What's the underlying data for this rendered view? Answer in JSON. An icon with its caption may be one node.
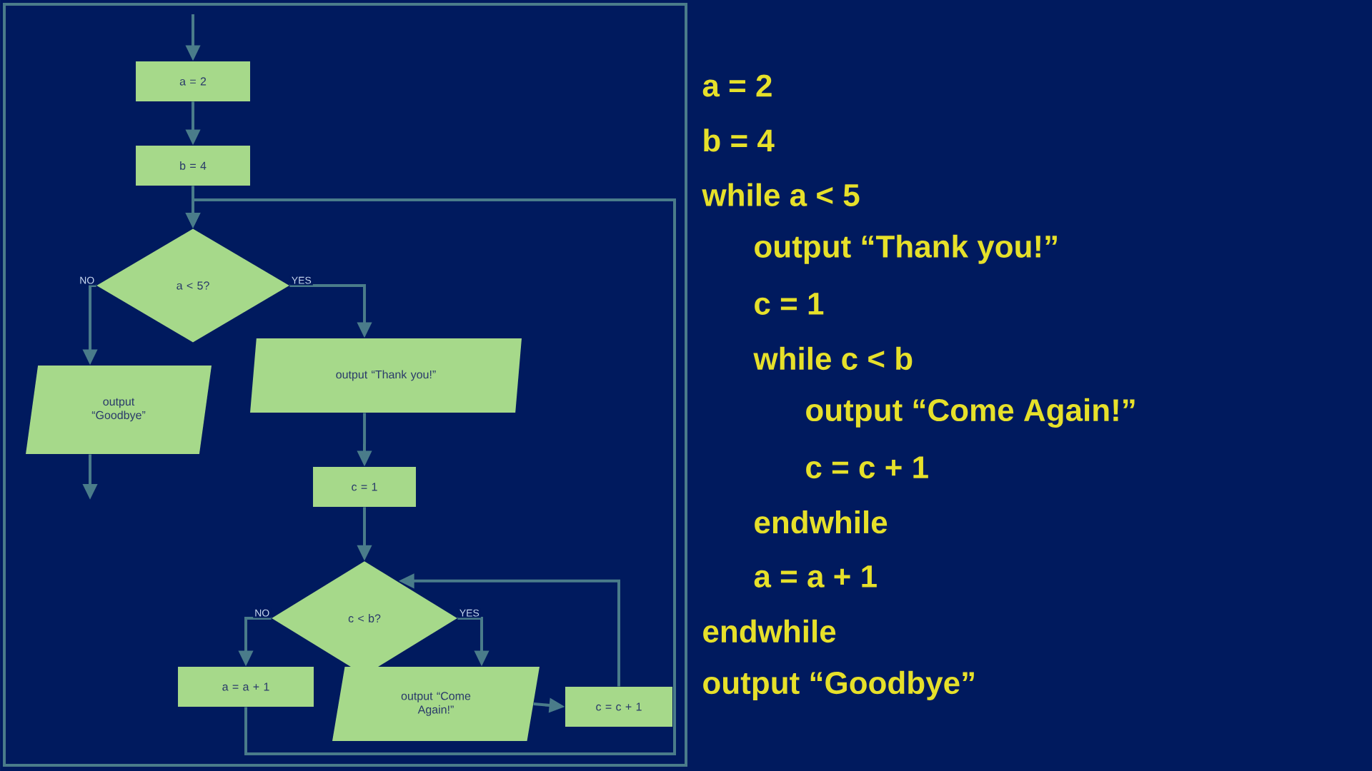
{
  "diagram": {
    "nodes": [
      {
        "text": [
          "a = 2"
        ]
      },
      {
        "text": [
          "b = 4"
        ]
      },
      {
        "text": [
          "a < 5?"
        ]
      },
      {
        "text": [
          "output “Goodbye”"
        ]
      },
      {
        "text": [
          "output “Thank you!”"
        ]
      },
      {
        "text": [
          "c = 1"
        ]
      },
      {
        "text": [
          "c < b?"
        ]
      },
      {
        "text": [
          "a = a + 1"
        ]
      },
      {
        "text": [
          "output “Come Again!”"
        ]
      },
      {
        "text": [
          "c = c + 1"
        ]
      }
    ],
    "edges": [
      {
        "from": null,
        "to": 0,
        "arrow": "to"
      },
      {
        "from": 0,
        "to": 1,
        "arrow": "to"
      },
      {
        "from": 1,
        "to": 2,
        "arrow": "to"
      },
      {
        "from": 2,
        "to": 3,
        "arrow": "to",
        "label": "NO"
      },
      {
        "from": 2,
        "to": 4,
        "arrow": "to",
        "label": "YES"
      },
      {
        "from": 3,
        "to": null,
        "arrow": "to"
      },
      {
        "from": 4,
        "to": 5,
        "arrow": "to"
      },
      {
        "from": 5,
        "to": 6,
        "arrow": "to"
      },
      {
        "from": 6,
        "to": 7,
        "arrow": "to",
        "label": "NO"
      },
      {
        "from": 6,
        "to": 8,
        "arrow": "to",
        "label": "YES"
      },
      {
        "from": 8,
        "to": 9,
        "arrow": "to"
      },
      {
        "from": 9,
        "to": 6,
        "arrow": "to"
      },
      {
        "from": 7,
        "to": 2,
        "arrow": "to"
      }
    ],
    "labels": [
      "a = 2",
      "b = 4",
      "while a < 5",
      "output “Thank you!”",
      "c = 1",
      "while c < b",
      "output “Come Again!”",
      "c = c + 1",
      "endwhile",
      "a = a + 1",
      "endwhile",
      "output “Goodbye”"
    ]
  }
}
